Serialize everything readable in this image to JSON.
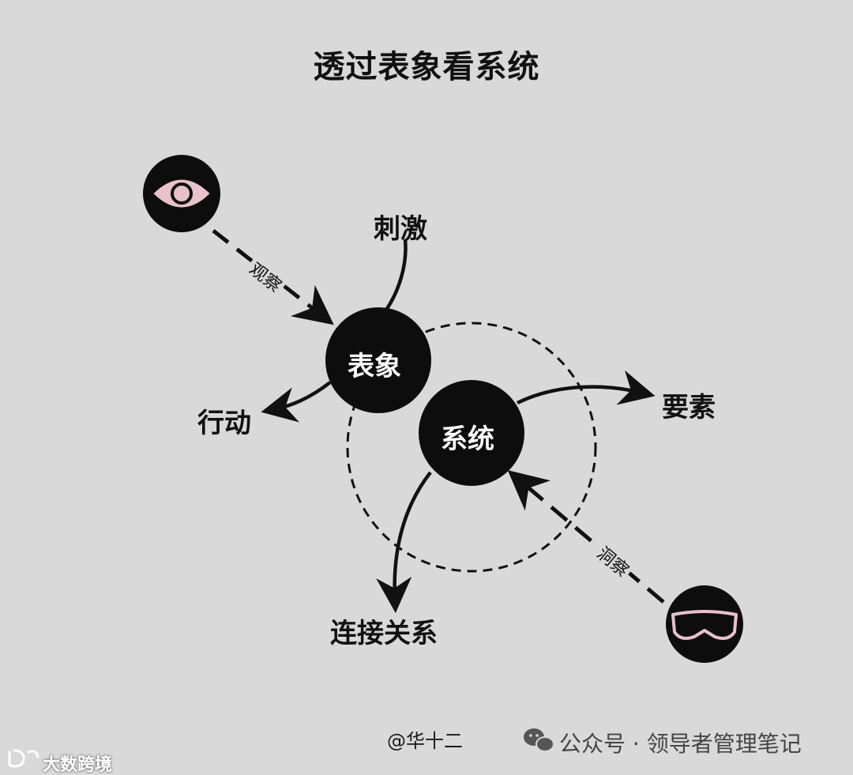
{
  "title": "透过表象看系统",
  "nodes": {
    "surface": "表象",
    "system": "系统"
  },
  "labels": {
    "stimulus": "刺激",
    "action": "行动",
    "elements": "要素",
    "connections": "连接关系"
  },
  "edge_labels": {
    "observe": "观察",
    "insight": "洞察"
  },
  "credit": "@华十二",
  "footer": "公众号 · 领导者管理笔记",
  "brand": "大数跨境",
  "icons": {
    "observer": "eye-icon",
    "insight": "goggles-icon",
    "wechat": "wechat-icon",
    "brand": "brand-logo-icon"
  },
  "colors": {
    "background": "#d9d9d9",
    "node": "#0d0d0d",
    "accent": "#e8c1cc"
  }
}
